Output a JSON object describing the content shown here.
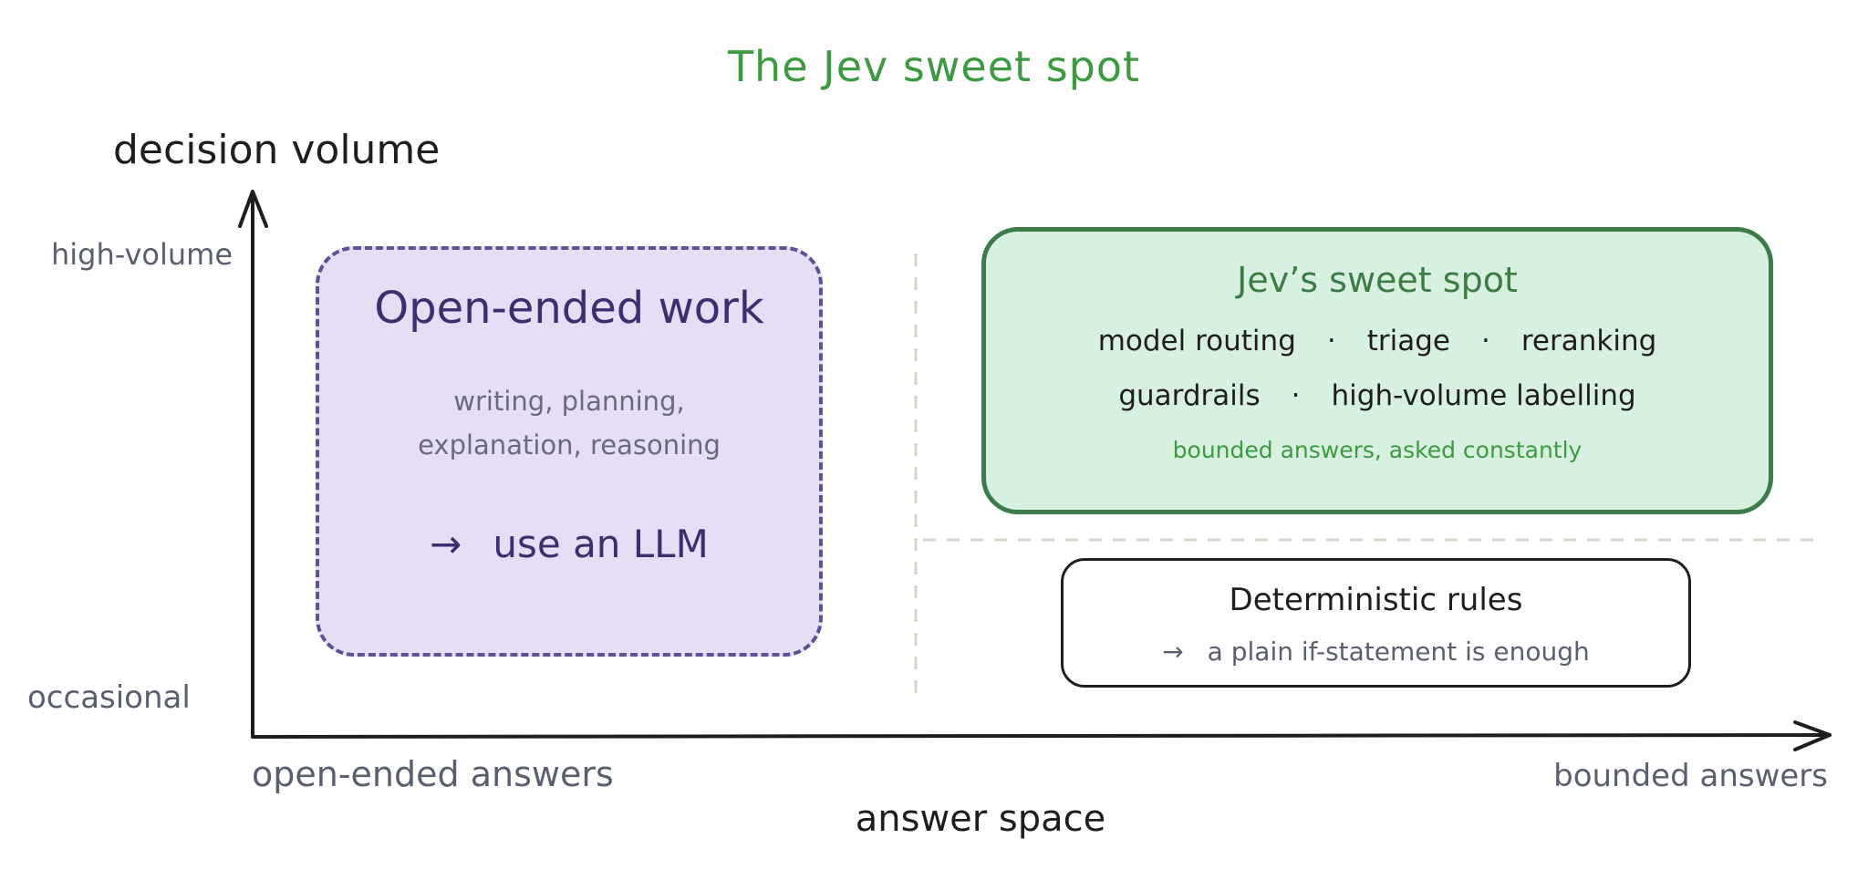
{
  "title": "The Jev sweet spot",
  "y_axis": {
    "label": "decision volume",
    "high_label": "high-volume",
    "low_label": "occasional"
  },
  "x_axis": {
    "label": "answer space",
    "left_label": "open-ended answers",
    "right_label": "bounded answers"
  },
  "open_ended": {
    "title": "Open-ended work",
    "description_line1": "writing, planning,",
    "description_line2": "explanation, reasoning",
    "arrow": "→",
    "cta": "use an LLM"
  },
  "sweet_spot": {
    "title": "Jev’s sweet spot",
    "items_row1": [
      "model routing",
      "triage",
      "reranking"
    ],
    "items_row2": [
      "guardrails",
      "high-volume labelling"
    ],
    "separator": "·",
    "note": "bounded answers, asked constantly"
  },
  "deterministic": {
    "title": "Deterministic rules",
    "arrow": "→",
    "note": "a plain if-statement is enough"
  },
  "colors": {
    "title": "#3d9a42",
    "llm_fill": "#e5def4",
    "llm_border": "#5e5196",
    "sweet_fill": "#d8f0df",
    "sweet_border": "#3e7b4a",
    "axis": "#1e1e1e",
    "muted": "#5a5f6e",
    "divider": "#d6d6c8"
  }
}
